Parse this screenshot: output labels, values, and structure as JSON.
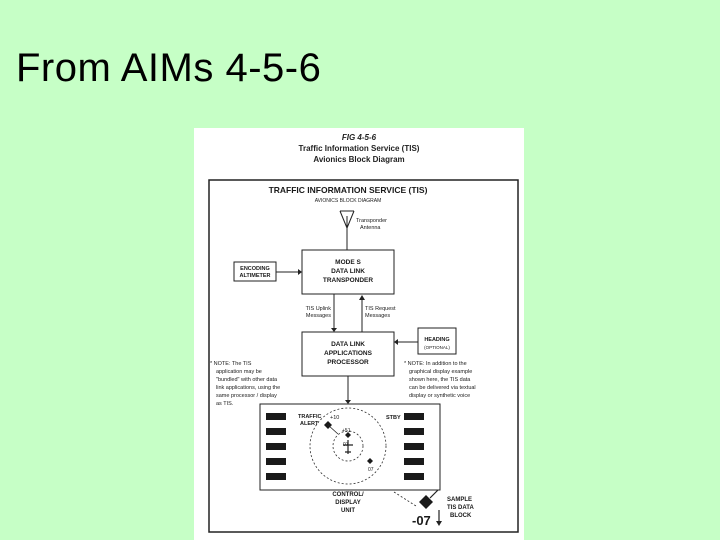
{
  "slide": {
    "title": "From AIMs 4-5-6"
  },
  "figure": {
    "caption_line1": "FIG 4-5-6",
    "caption_line2": "Traffic Information Service (TIS)",
    "caption_line3": "Avionics Block Diagram",
    "diagram_title": "TRAFFIC INFORMATION SERVICE (TIS)",
    "diagram_subtitle": "AVIONICS BLOCK DIAGRAM",
    "transponder_antenna_line1": "Transponder",
    "transponder_antenna_line2": "Antenna",
    "encoding_altimeter_line1": "ENCODING",
    "encoding_altimeter_line2": "ALTIMETER",
    "mode_s_line1": "MODE S",
    "mode_s_line2": "DATA LINK",
    "mode_s_line3": "TRANSPONDER",
    "tis_uplink_line1": "TIS Uplink",
    "tis_uplink_line2": "Messages",
    "tis_request_line1": "TIS Request",
    "tis_request_line2": "Messages",
    "heading_line1": "HEADING",
    "heading_line2": "(OPTIONAL)",
    "processor_line1": "DATA LINK",
    "processor_line2": "APPLICATIONS",
    "processor_line3": "PROCESSOR",
    "note_left": [
      "* NOTE: The TIS",
      "application may be",
      "\"bundled\" with other data",
      "link applications, using the",
      "same processor / display",
      "as TIS."
    ],
    "note_right": [
      "* NOTE: In addition to the",
      "graphical display example",
      "shown here, the TIS data",
      "can be delivered via textual",
      "display or synthetic voice"
    ],
    "traffic_alert_line1": "TRAFFIC",
    "traffic_alert_line2": "ALERT",
    "target_alt_top": "+10",
    "stby_label": "STBY",
    "target_center": "+51",
    "target_center_lower": "07",
    "target_bottom": "07",
    "control_unit_line1": "CONTROL/",
    "control_unit_line2": "DISPLAY",
    "control_unit_line3": "UNIT",
    "sample_block_value": "-07",
    "sample_block_line1": "SAMPLE",
    "sample_block_line2": "TIS DATA",
    "sample_block_line3": "BLOCK"
  },
  "colors": {
    "background": "#c6ffc6",
    "page": "#ffffff",
    "ink": "#1a1a1a"
  }
}
